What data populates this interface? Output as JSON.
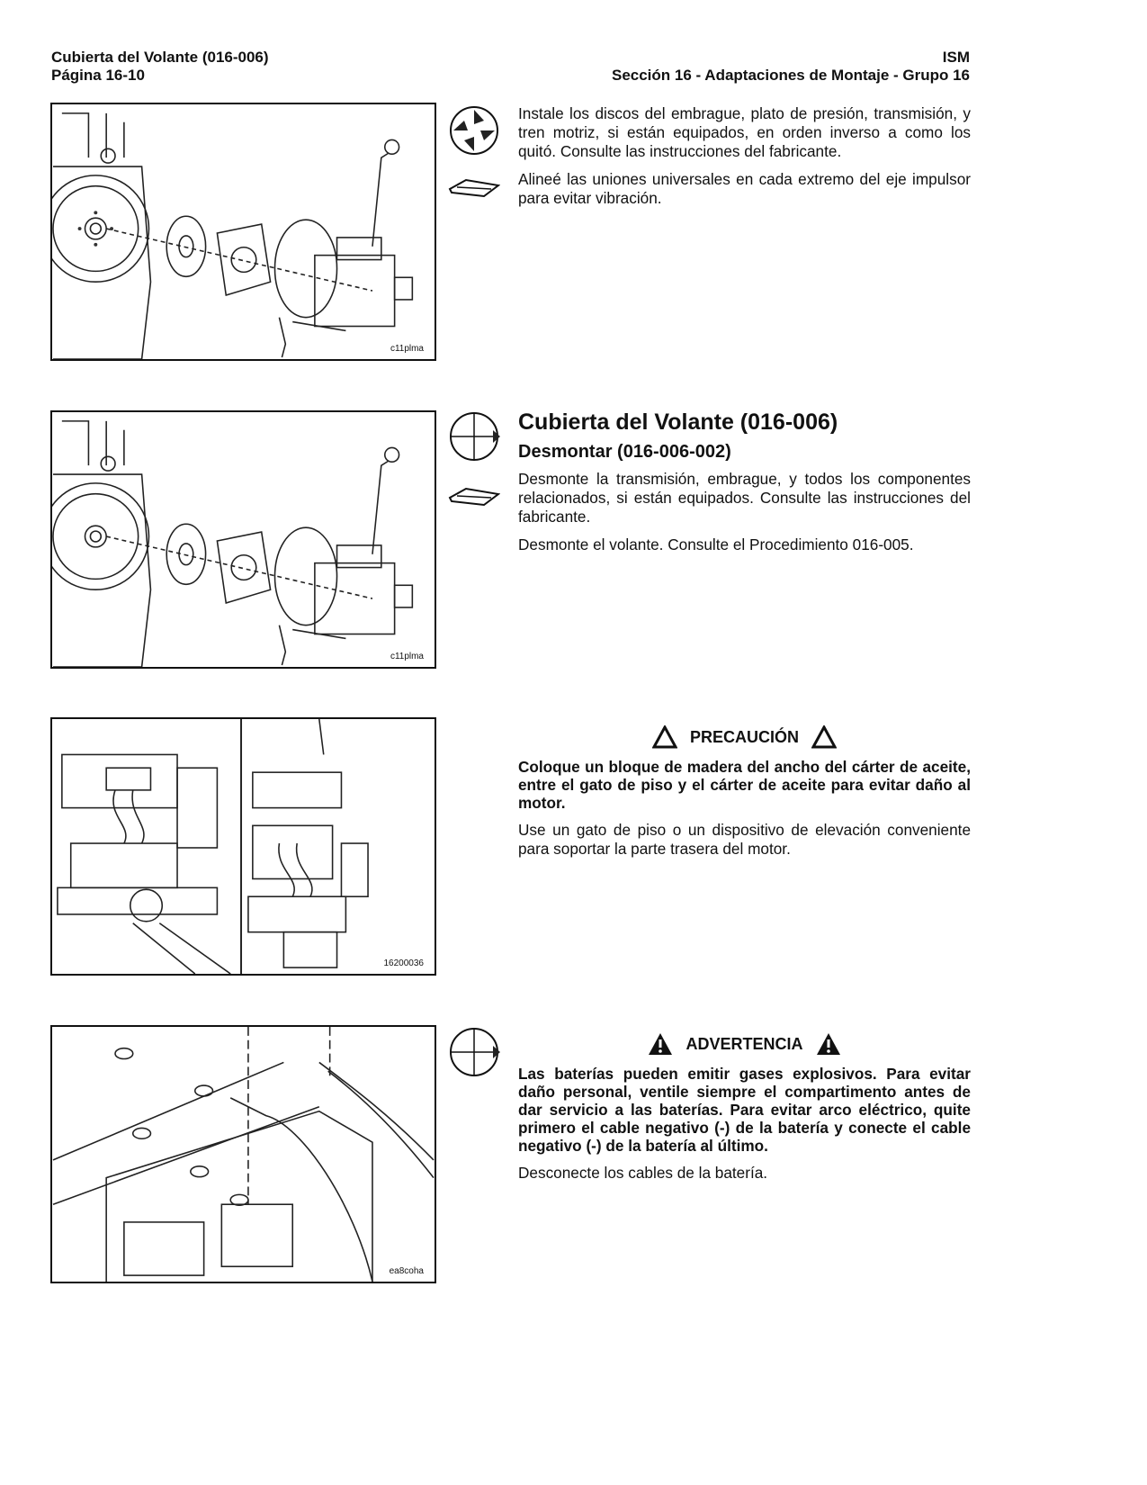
{
  "header": {
    "left_line1": "Cubierta del Volante (016-006)",
    "left_line2": "Página 16-10",
    "right_line1": "ISM",
    "right_line2": "Sección 16 - Adaptaciones de Montaje - Grupo 16"
  },
  "figures": {
    "fig1_code": "c11plma",
    "fig2_code": "c11plma",
    "fig3_code": "16200036",
    "fig4_code": "ea8coha"
  },
  "icons": {
    "block1_a": "install-disc-icon",
    "block1_b": "wrench-icon",
    "block2_a": "remove-disc-icon",
    "block2_b": "wrench-icon",
    "block4_a": "remove-disc-icon"
  },
  "block1": {
    "p1": "Instale los discos del embrague, plato de presión, transmisión, y tren motriz, si están equipados, en orden inverso a como los quitó. Consulte las instrucciones del fabricante.",
    "p2": "Alineé las uniones universales en cada extremo del eje impulsor para evitar vibración."
  },
  "block2": {
    "title": "Cubierta del Volante (016-006)",
    "subtitle": "Desmontar (016-006-002)",
    "p1": "Desmonte la transmisión, embrague, y todos los componentes relacionados, si están equipados. Consulte las instrucciones del fabricante.",
    "p2": "Desmonte el volante. Consulte el Procedimiento 016-005."
  },
  "block3": {
    "caution_label": "PRECAUCIÓN",
    "caution_text": "Coloque un bloque de madera del ancho del cárter de aceite, entre el gato de piso y el cárter de aceite para evitar daño al motor.",
    "p1": "Use un gato de piso o un dispositivo de elevación conveniente para soportar la parte trasera del motor."
  },
  "block4": {
    "warning_label": "ADVERTENCIA",
    "warning_text": "Las baterías pueden emitir gases explosivos. Para evitar daño personal, ventile siempre el compartimento antes de dar servicio a las baterías. Para evitar arco eléctrico, quite primero el cable negativo (-) de la batería y conecte el cable negativo (-) de la batería al último.",
    "p1": "Desconecte los cables de la batería."
  }
}
